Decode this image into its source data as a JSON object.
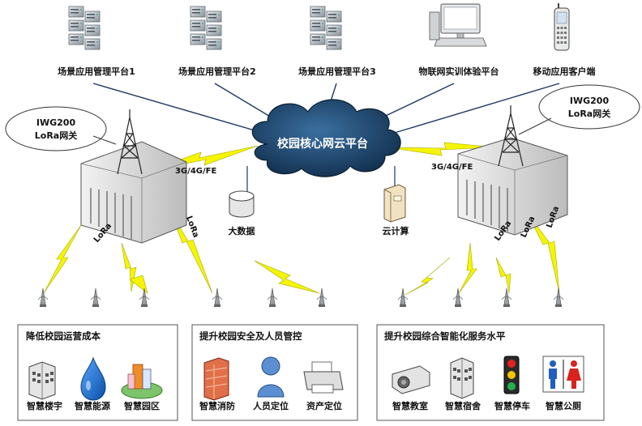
{
  "platforms": [
    {
      "label": "场景应用管理平台1",
      "icon": "server-rack-icon"
    },
    {
      "label": "场景应用管理平台2",
      "icon": "server-rack-icon"
    },
    {
      "label": "场景应用管理平台3",
      "icon": "server-rack-icon"
    },
    {
      "label": "物联网实训体验平台",
      "icon": "desktop-computer-icon"
    },
    {
      "label": "移动应用客户端",
      "icon": "mobile-phone-icon"
    }
  ],
  "cloud_label": "校园核心网云平台",
  "big_data_label": "大数据",
  "cloud_compute_label": "云计算",
  "gateway_left": {
    "line1": "IWG200",
    "line2": "LoRa网关"
  },
  "gateway_right": {
    "line1": "IWG200",
    "line2": "LoRa网关"
  },
  "link_label": "3G/4G/FE",
  "lora_label": "LoRa",
  "groups": [
    {
      "title": "降低校园运营成本",
      "items": [
        {
          "label": "智慧楼宇",
          "icon": "building-icon"
        },
        {
          "label": "智慧能源",
          "icon": "water-drop-icon"
        },
        {
          "label": "智慧园区",
          "icon": "campus-icon"
        }
      ]
    },
    {
      "title": "提升校园安全及人员管控",
      "items": [
        {
          "label": "智慧消防",
          "icon": "firewall-icon"
        },
        {
          "label": "人员定位",
          "icon": "person-icon"
        },
        {
          "label": "资产定位",
          "icon": "printer-icon"
        }
      ]
    },
    {
      "title": "提升校园综合智能化服务水平",
      "items": [
        {
          "label": "智慧教室",
          "icon": "projector-icon"
        },
        {
          "label": "智慧宿舍",
          "icon": "dormitory-icon"
        },
        {
          "label": "智慧停车",
          "icon": "traffic-light-icon"
        },
        {
          "label": "智慧公厕",
          "icon": "restroom-icon"
        }
      ]
    }
  ],
  "colors": {
    "network_line": "#1f3864",
    "lightning": "#f5f500",
    "cloud": "#1f4e79",
    "box_border": "#555555"
  }
}
